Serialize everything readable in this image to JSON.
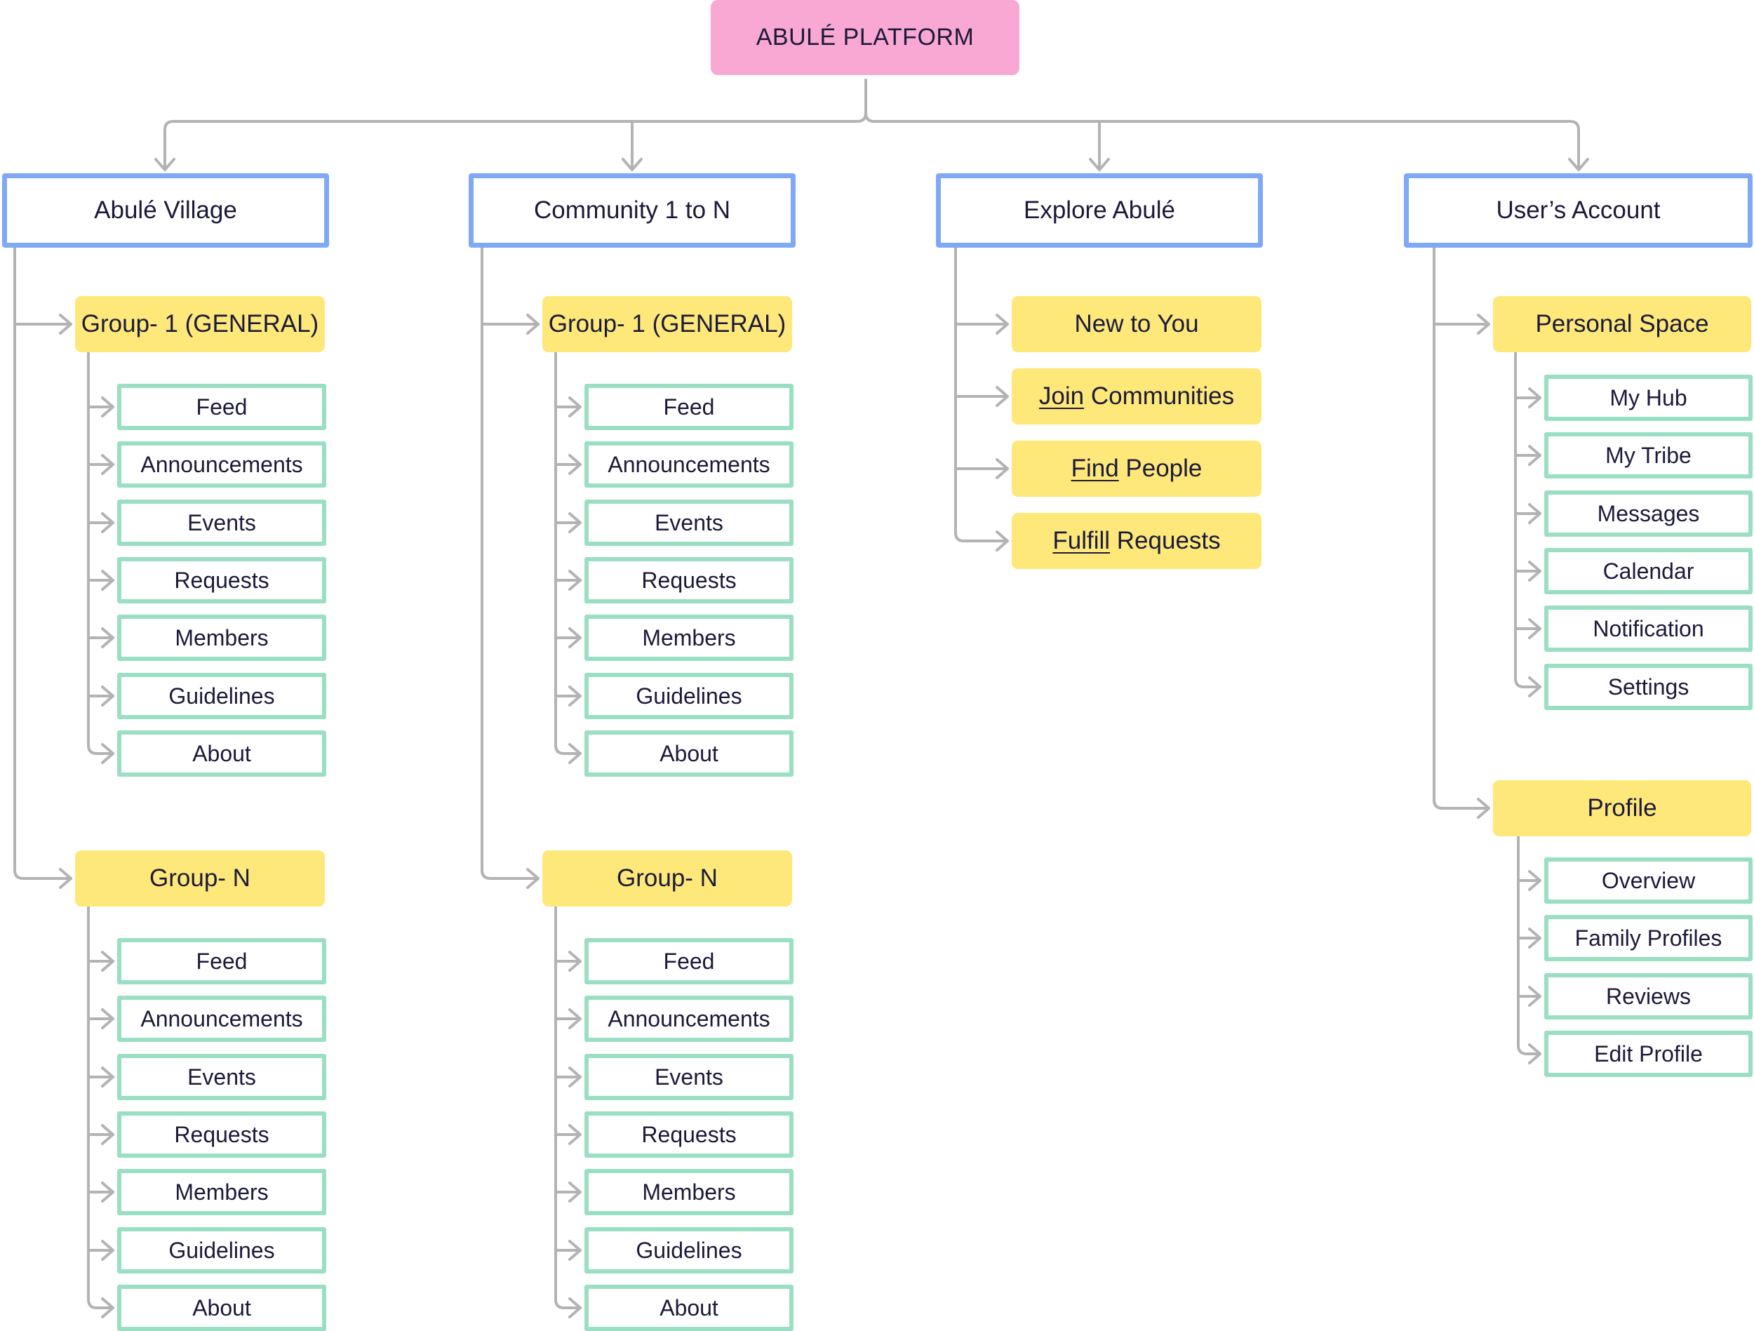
{
  "root": {
    "label": "ABULÉ PLATFORM"
  },
  "sections": [
    {
      "label": "Abulé Village",
      "groups": [
        {
          "label": "Group- 1 (GENERAL)",
          "items": [
            "Feed",
            "Announcements",
            "Events",
            "Requests",
            "Members",
            "Guidelines",
            "About"
          ]
        },
        {
          "label": "Group- N",
          "items": [
            "Feed",
            "Announcements",
            "Events",
            "Requests",
            "Members",
            "Guidelines",
            "About"
          ]
        }
      ]
    },
    {
      "label": "Community 1 to N",
      "groups": [
        {
          "label": "Group- 1 (GENERAL)",
          "items": [
            "Feed",
            "Announcements",
            "Events",
            "Requests",
            "Members",
            "Guidelines",
            "About"
          ]
        },
        {
          "label": "Group- N",
          "items": [
            "Feed",
            "Announcements",
            "Events",
            "Requests",
            "Members",
            "Guidelines",
            "About"
          ]
        }
      ]
    },
    {
      "label": "Explore Abulé",
      "links": [
        {
          "underlined": "",
          "rest": "New to You"
        },
        {
          "underlined": "Join",
          "rest": " Communities"
        },
        {
          "underlined": "Find",
          "rest": " People"
        },
        {
          "underlined": "Fulfill",
          "rest": " Requests"
        }
      ]
    },
    {
      "label": "User’s Account",
      "groups": [
        {
          "label": "Personal Space",
          "items": [
            "My Hub",
            "My Tribe",
            "Messages",
            "Calendar",
            "Notification",
            "Settings"
          ]
        },
        {
          "label": "Profile",
          "items": [
            "Overview",
            "Family Profiles",
            "Reviews",
            "Edit Profile"
          ]
        }
      ]
    }
  ],
  "colors": {
    "root": "#f8a8d3",
    "section_border": "#7fa8f5",
    "group_fill": "#fde879",
    "leaf_border": "#9adfc2",
    "connector": "#b3b3b3",
    "text": "#1c1a3a"
  }
}
